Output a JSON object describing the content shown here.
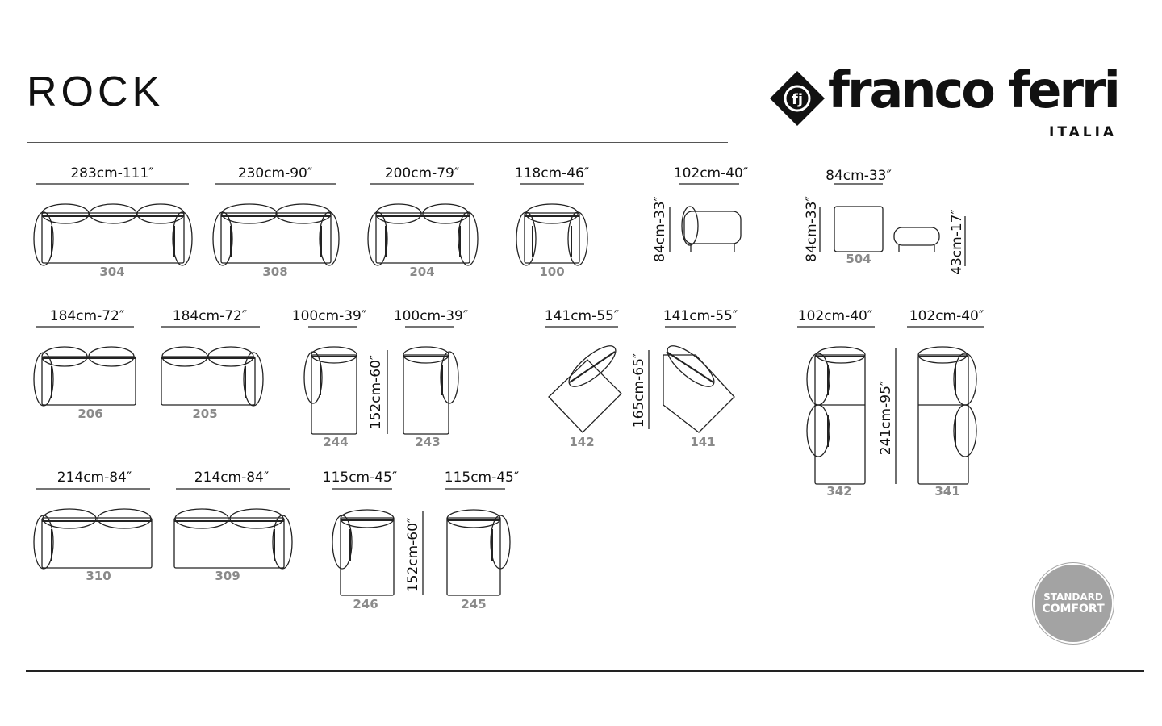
{
  "header": {
    "title": "ROCK"
  },
  "brand": {
    "name": "franco ferri",
    "country": "ITALIA"
  },
  "badge": {
    "line1": "STANDARD",
    "line2": "COMFORT",
    "color": "#a3a3a3"
  },
  "modules": [
    {
      "code": "304",
      "width": "283cm-111″"
    },
    {
      "code": "308",
      "width": "230cm-90″"
    },
    {
      "code": "204",
      "width": "200cm-79″"
    },
    {
      "code": "100",
      "width": "118cm-46″"
    },
    {
      "code": "",
      "width": "102cm-40″",
      "height": "84cm-33″"
    },
    {
      "code": "504",
      "width": "84cm-33″",
      "height": "84cm-33″",
      "seat_height": "43cm-17″"
    },
    {
      "code": "206",
      "width": "184cm-72″"
    },
    {
      "code": "205",
      "width": "184cm-72″"
    },
    {
      "code": "244",
      "width": "100cm-39″",
      "depth": "152cm-60″"
    },
    {
      "code": "243",
      "width": "100cm-39″"
    },
    {
      "code": "142",
      "width": "141cm-55″",
      "depth": "165cm-65″"
    },
    {
      "code": "141",
      "width": "141cm-55″"
    },
    {
      "code": "342",
      "width": "102cm-40″",
      "depth": "241cm-95″"
    },
    {
      "code": "341",
      "width": "102cm-40″"
    },
    {
      "code": "310",
      "width": "214cm-84″"
    },
    {
      "code": "309",
      "width": "214cm-84″"
    },
    {
      "code": "246",
      "width": "115cm-45″",
      "depth": "152cm-60″"
    },
    {
      "code": "245",
      "width": "115cm-45″"
    }
  ]
}
